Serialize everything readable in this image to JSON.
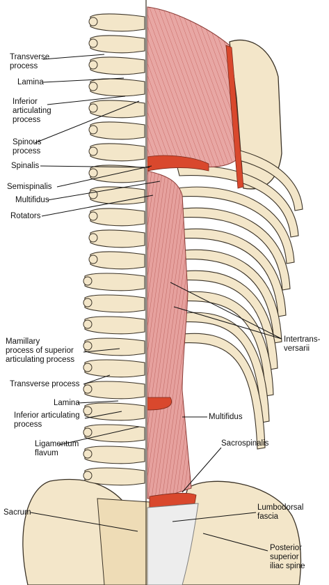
{
  "labels": {
    "transverse_process": "Transverse\nprocess",
    "lamina": "Lamina",
    "inferior_articulating_process": "Inferior\narticulating\nprocess",
    "spinous_process": "Spinous\nprocess",
    "spinalis": "Spinalis",
    "semispinalis": "Semispinalis",
    "multifidus_upper": "Multifidus",
    "rotators": "Rotators",
    "intertransversarii": "Intertrans-\nversarii",
    "mamillary_process": "Mamillary\nprocess of superior\narticulating process",
    "transverse_process_lower": "Transverse process",
    "lamina_lower": "Lamina",
    "inferior_articulating_process_lower": "Inferior articulating\nprocess",
    "ligamentum_flavum": "Ligamentum\nflavum",
    "multifidus_lower": "Multifidus",
    "sacrospinalis": "Sacrospinalis",
    "sacrum": "Sacrum",
    "lumbodorsal_fascia": "Lumbodorsal\nfascia",
    "posterior_superior_iliac_spine": "Posterior\nsuperior\niliac spine"
  },
  "colors": {
    "bone": "#f3e6c9",
    "bone_outline": "#3a3226",
    "muscle": "#e8a7a4",
    "muscle_dark": "#c96b66",
    "cut_muscle": "#d9482d",
    "fascia": "#ededed",
    "ligament": "#cfcfd6"
  }
}
